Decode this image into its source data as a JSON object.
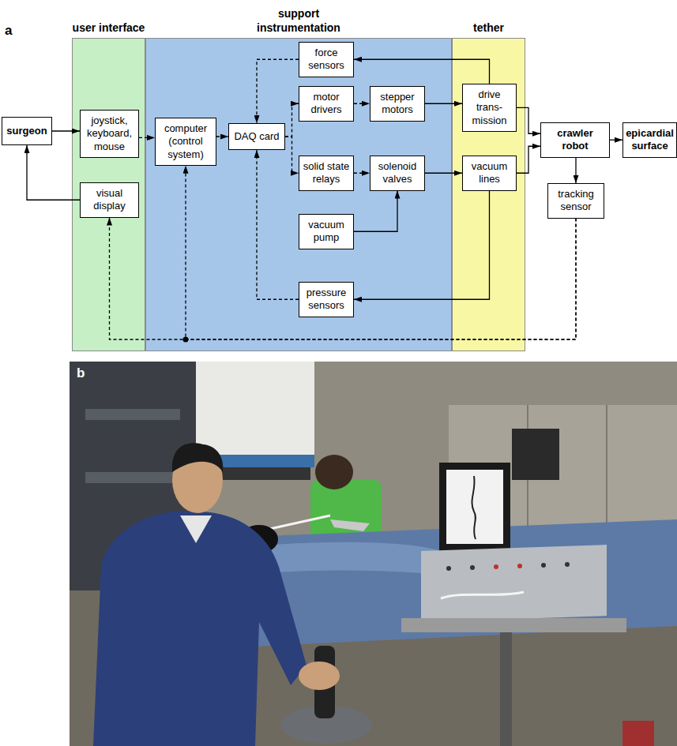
{
  "diagram": {
    "nodes": [
      {
        "text": [
          "surgeon"
        ]
      },
      {
        "text": [
          "user interface"
        ]
      },
      {
        "text": [
          "joystick, keyboard, mouse"
        ],
        "in": 1
      },
      {
        "text": [
          "visual display"
        ],
        "in": 1
      },
      {
        "text": [
          "support instrumentation"
        ]
      },
      {
        "text": [
          "computer (control system)"
        ],
        "in": 4
      },
      {
        "text": [
          "DAQ card"
        ],
        "in": 4
      },
      {
        "text": [
          "force sensors"
        ],
        "in": 4
      },
      {
        "text": [
          "motor drivers"
        ],
        "in": 4
      },
      {
        "text": [
          "stepper motors"
        ],
        "in": 4
      },
      {
        "text": [
          "solid state relays"
        ],
        "in": 4
      },
      {
        "text": [
          "solenoid valves"
        ],
        "in": 4
      },
      {
        "text": [
          "vacuum pump"
        ],
        "in": 4
      },
      {
        "text": [
          "pressure sensors"
        ],
        "in": 4
      },
      {
        "text": [
          "tether"
        ]
      },
      {
        "text": [
          "drive trans- mission"
        ],
        "in": 14
      },
      {
        "text": [
          "vacuum lines"
        ],
        "in": 14
      },
      {
        "text": [
          "crawler robot"
        ]
      },
      {
        "text": [
          "epicardial surface"
        ]
      },
      {
        "text": [
          "tracking sensor"
        ]
      }
    ],
    "edges": [
      {
        "from": 0,
        "to": 2,
        "arrow": "to"
      },
      {
        "from": 3,
        "to": 0,
        "arrow": "to"
      },
      {
        "from": 2,
        "to": 5,
        "arrow": "to"
      },
      {
        "from": 5,
        "to": 6,
        "arrow": "to"
      },
      {
        "from": 6,
        "to": 8,
        "arrow": "to"
      },
      {
        "from": 6,
        "to": 10,
        "arrow": "to"
      },
      {
        "from": 8,
        "to": 9,
        "arrow": "to"
      },
      {
        "from": 10,
        "to": 11,
        "arrow": "to"
      },
      {
        "from": 9,
        "to": 15,
        "arrow": "to"
      },
      {
        "from": 11,
        "to": 16,
        "arrow": "to"
      },
      {
        "from": 12,
        "to": 11,
        "arrow": "to"
      },
      {
        "from": 15,
        "to": 7,
        "arrow": "to"
      },
      {
        "from": 7,
        "to": 6,
        "arrow": "to"
      },
      {
        "from": 15,
        "to": 17,
        "arrow": "to"
      },
      {
        "from": 16,
        "to": 17,
        "arrow": "to"
      },
      {
        "from": 16,
        "to": 13,
        "arrow": "to"
      },
      {
        "from": 13,
        "to": 6,
        "arrow": "to"
      },
      {
        "from": 17,
        "to": 18,
        "arrow": "to"
      },
      {
        "from": 17,
        "to": 19,
        "arrow": "to"
      },
      {
        "from": 19,
        "to": 3,
        "arrow": "to"
      },
      {
        "from": 19,
        "to": 5,
        "arrow": "to"
      }
    ],
    "labels": [
      "a",
      "b"
    ]
  }
}
